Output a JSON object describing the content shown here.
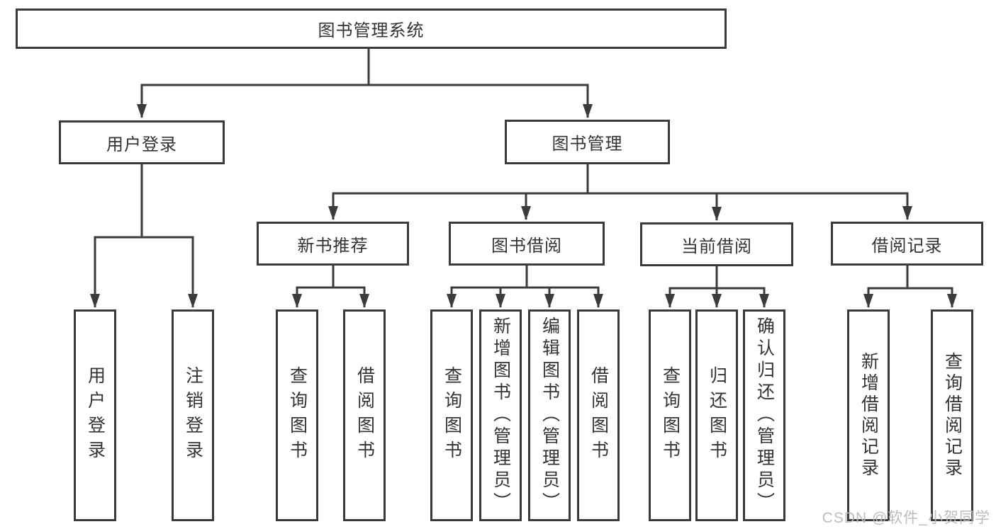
{
  "tree": {
    "label": "图书管理系统",
    "children": [
      {
        "label": "用户登录",
        "children": [
          {
            "label": "用户登录"
          },
          {
            "label": "注销登录"
          }
        ]
      },
      {
        "label": "图书管理",
        "children": [
          {
            "label": "新书推荐",
            "children": [
              {
                "label": "查询图书"
              },
              {
                "label": "借阅图书"
              }
            ]
          },
          {
            "label": "图书借阅",
            "children": [
              {
                "label": "查询图书"
              },
              {
                "label": "新增图书（管理员）"
              },
              {
                "label": "编辑图书（管理员）"
              },
              {
                "label": "借阅图书"
              }
            ]
          },
          {
            "label": "当前借阅",
            "children": [
              {
                "label": "查询图书"
              },
              {
                "label": "归还图书"
              },
              {
                "label": "确认归还（管理员）"
              }
            ]
          },
          {
            "label": "借阅记录",
            "children": [
              {
                "label": "新增借阅记录"
              },
              {
                "label": "查询借阅记录"
              }
            ]
          }
        ]
      }
    ]
  },
  "watermark": {
    "text": "CSDN @软件_小贺同学"
  },
  "colors": {
    "line": "#3b3b3b",
    "text": "#333333",
    "box_background": "#ffffff",
    "page_background": "#ffffff",
    "watermark": "#b9b9b9"
  }
}
